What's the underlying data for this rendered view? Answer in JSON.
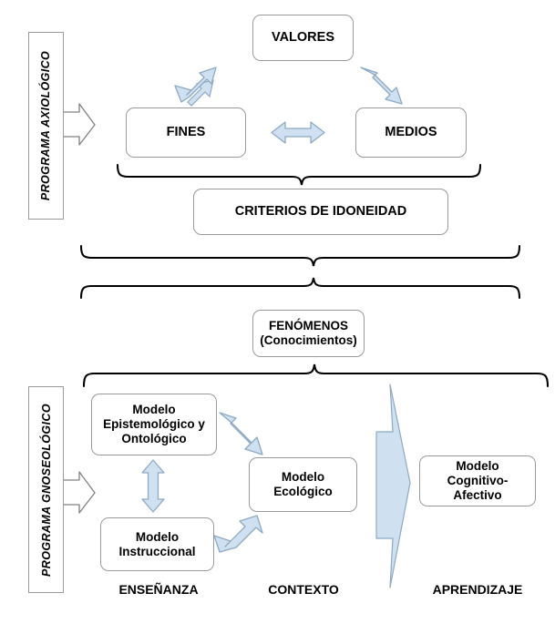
{
  "diagram": {
    "title_text_present": false,
    "programs": [
      {
        "id": "axiologico",
        "label": "PROGRAMA AXIOLÓGICO"
      },
      {
        "id": "gnoseologico",
        "label": "PROGRAMA GNOSEOLÓGICO"
      }
    ],
    "axiological": {
      "valores": "VALORES",
      "fines": "FINES",
      "medios": "MEDIOS",
      "criterios": "CRITERIOS DE IDONEIDAD"
    },
    "middle": {
      "fenomenos_line1": "FENÓMENOS",
      "fenomenos_line2": "(Conocimientos)"
    },
    "gnoseological": {
      "epistemologico": "Modelo\nEpistemológico y\nOntológico",
      "instruccional": "Modelo\nInstruccional",
      "ecologico": "Modelo\nEcológico",
      "cognitivo": "Modelo\nCognitivo-\nAfectivo"
    },
    "captions": [
      {
        "id": "ensenanza",
        "label": "ENSEÑANZA"
      },
      {
        "id": "contexto",
        "label": "CONTEXTO"
      },
      {
        "id": "aprendizaje",
        "label": "APRENDIZAJE"
      }
    ],
    "connectors": [
      {
        "id": "fines-valores",
        "kind": "double-arrow",
        "orientation": "diagonal-up-right"
      },
      {
        "id": "valores-medios",
        "kind": "double-arrow",
        "orientation": "diagonal-down-right"
      },
      {
        "id": "fines-medios",
        "kind": "double-arrow",
        "orientation": "horizontal"
      },
      {
        "id": "epistemologico-ecologico",
        "kind": "double-arrow",
        "orientation": "diagonal-down-right"
      },
      {
        "id": "epistemologico-instruccional",
        "kind": "double-arrow",
        "orientation": "vertical"
      },
      {
        "id": "instruccional-ecologico",
        "kind": "double-arrow",
        "orientation": "diagonal-up-right"
      },
      {
        "id": "contexto-aprendizaje",
        "kind": "large-right-arrow",
        "orientation": "right"
      },
      {
        "id": "brace-axiologico-down",
        "kind": "brace",
        "orientation": "down"
      },
      {
        "id": "brace-criterios-down",
        "kind": "brace",
        "orientation": "down"
      },
      {
        "id": "brace-fenomenos-up",
        "kind": "brace",
        "orientation": "up"
      },
      {
        "id": "brace-fenomenos-down",
        "kind": "brace",
        "orientation": "up"
      },
      {
        "id": "program-arrow-axiologico",
        "kind": "outline-arrow",
        "orientation": "right"
      },
      {
        "id": "program-arrow-gnoseologico",
        "kind": "outline-arrow",
        "orientation": "right"
      }
    ],
    "colors": {
      "arrow_fill": "#cfe0f0",
      "arrow_stroke": "#8ea9c4",
      "box_stroke": "#9a9a9a",
      "brace_stroke": "#000000",
      "background": "#ffffff",
      "text": "#000000"
    }
  }
}
